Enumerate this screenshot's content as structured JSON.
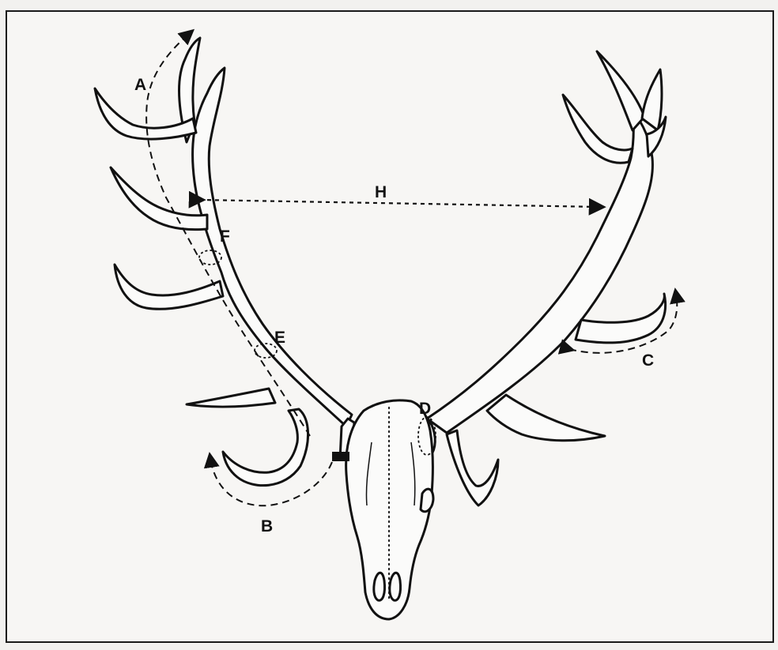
{
  "labels": {
    "A": "A",
    "B": "B",
    "C": "C",
    "D": "D",
    "E": "E",
    "F": "F",
    "H": "H"
  },
  "colors": {
    "ink": "#111111",
    "paper": "#f7f6f4"
  }
}
